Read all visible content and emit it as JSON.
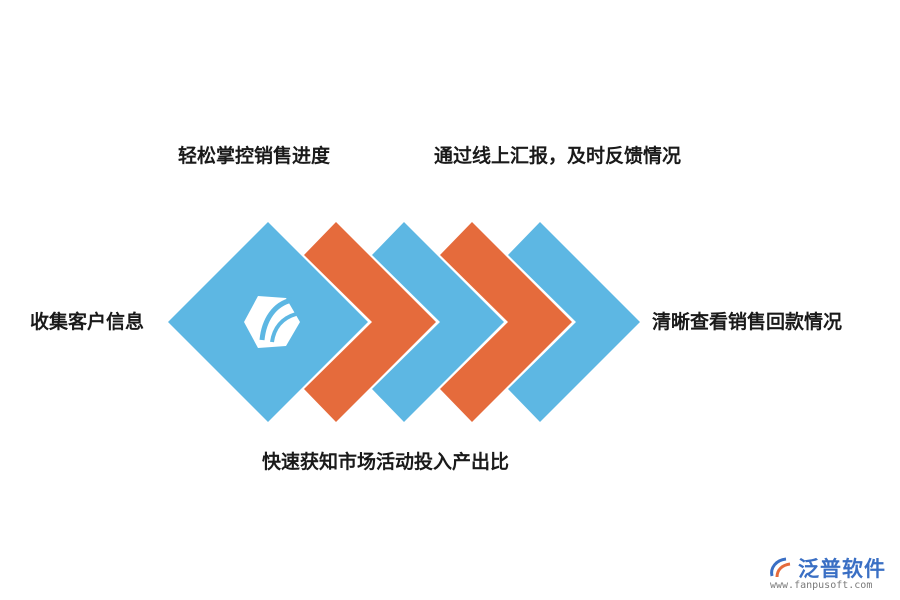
{
  "labels": {
    "top_left": "轻松掌控销售进度",
    "top_right": "通过线上汇报，及时反馈情况",
    "left": "收集客户信息",
    "right": "清晰查看销售回款情况",
    "bottom": "快速获知市场活动投入产出比"
  },
  "colors": {
    "blue": "#5db7e3",
    "orange": "#e56b3c",
    "brand": "#3a6fc4"
  },
  "center_icon": "hexagon-logo-icon",
  "watermark": {
    "name": "泛普软件",
    "url": "www.fanpusoft.com"
  }
}
